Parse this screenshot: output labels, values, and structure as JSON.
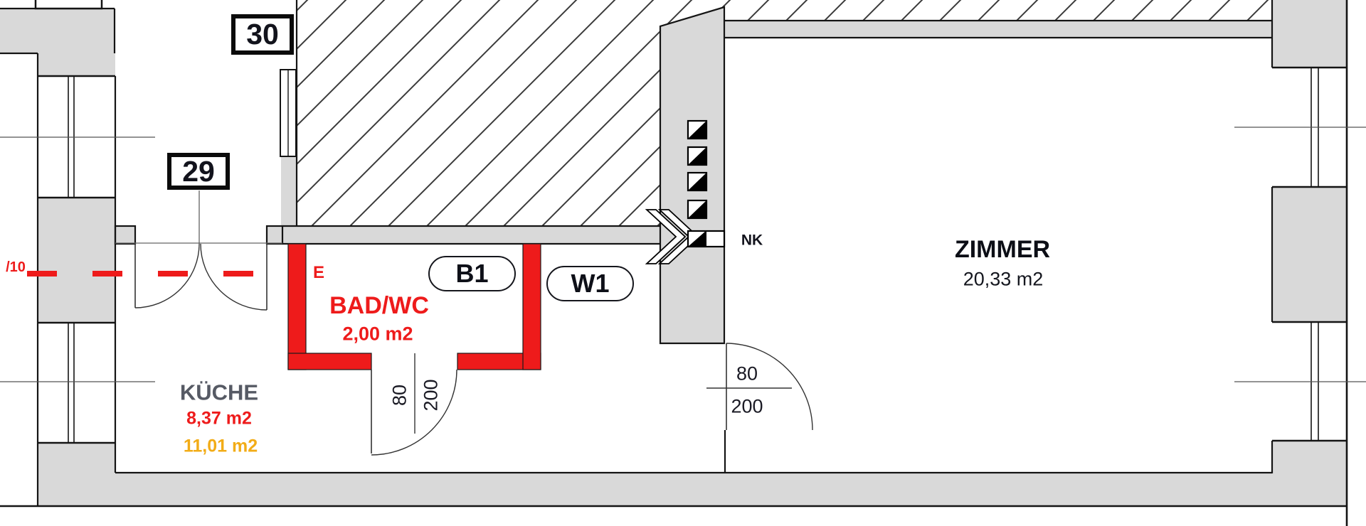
{
  "plan": {
    "badges": {
      "badge_30": "30",
      "badge_29": "29"
    },
    "refs": {
      "b1": "B1",
      "w1": "W1",
      "e_mark": "E",
      "nk": "NK",
      "left_cut": "/10"
    },
    "rooms": {
      "bad_wc": {
        "name": "BAD/WC",
        "area": "2,00 m2"
      },
      "kueche": {
        "name": "KÜCHE",
        "area_red": "8,37 m2",
        "area_orange": "11,01 m2"
      },
      "zimmer": {
        "name": "ZIMMER",
        "area": "20,33 m2"
      }
    },
    "doors": {
      "bad_wc_door": {
        "width": "80",
        "height": "200"
      },
      "zimmer_door": {
        "width": "80",
        "height": "200"
      }
    },
    "colors": {
      "highlight_red": "#ee1b1b",
      "area_orange": "#f2ac17",
      "wall_gray": "#d9d9d9",
      "gray_room_text": "#565a64",
      "line_black": "#141414"
    }
  }
}
